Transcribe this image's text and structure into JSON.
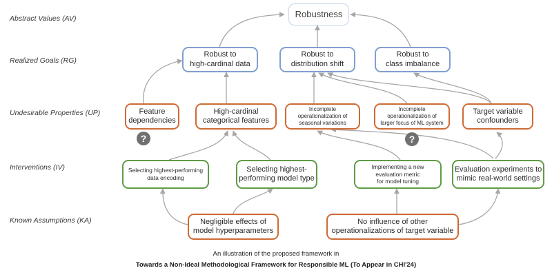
{
  "levels": {
    "av": "Abstract Values (AV)",
    "rg": "Realized Goals (RG)",
    "up": "Undesirable Properties (UP)",
    "iv": "Interventions (IV)",
    "ka": "Known Assumptions (KA)"
  },
  "nodes": {
    "robustness": [
      "Robustness"
    ],
    "rg_high_cardinal": [
      "Robust to",
      "high-cardinal data"
    ],
    "rg_distribution_shift": [
      "Robust to",
      "distribution shift"
    ],
    "rg_class_imbalance": [
      "Robust to",
      "class imbalance"
    ],
    "up_feature_dependencies": [
      "Feature",
      "dependencies"
    ],
    "up_high_cardinal_categorical": [
      "High-cardinal",
      "categorical features"
    ],
    "up_seasonal": [
      "Incomplete",
      "operationalization of",
      "seasonal variations"
    ],
    "up_larger_focus": [
      "Incomplete",
      "operationalization of",
      "larger focus of ML system"
    ],
    "up_target_confounders": [
      "Target variable",
      "confounders"
    ],
    "iv_data_encoding": [
      "Selecting highest-performing",
      "data encoding"
    ],
    "iv_model_type": [
      "Selecting highest-",
      "performing model type"
    ],
    "iv_new_metric": [
      "Implementing a new",
      "evaluation metric",
      "for model tuning"
    ],
    "iv_evaluation_experiments": [
      "Evaluation experiments to",
      "mimic real-world settings"
    ],
    "ka_hyperparameters": [
      "Negligible effects of",
      "model hyperparameters"
    ],
    "ka_no_influence": [
      "No influence of other",
      "operationalizations of target variable"
    ]
  },
  "unknown_marker": "?",
  "caption": {
    "line1": "An illustration of the proposed framework in",
    "line2": "Towards a Non-Ideal Methodological Framework for Responsible ML (To Appear in CHI'24)"
  },
  "colors": {
    "abstract_value_border": "#c5d3e6",
    "realized_goal_border": "#7f9fd0",
    "undesirable_property_border": "#cf6a33",
    "intervention_border": "#5e9c45",
    "known_assumption_border": "#cf6a33",
    "arrow": "#a6a6a6",
    "unknown_marker": "#707070"
  }
}
